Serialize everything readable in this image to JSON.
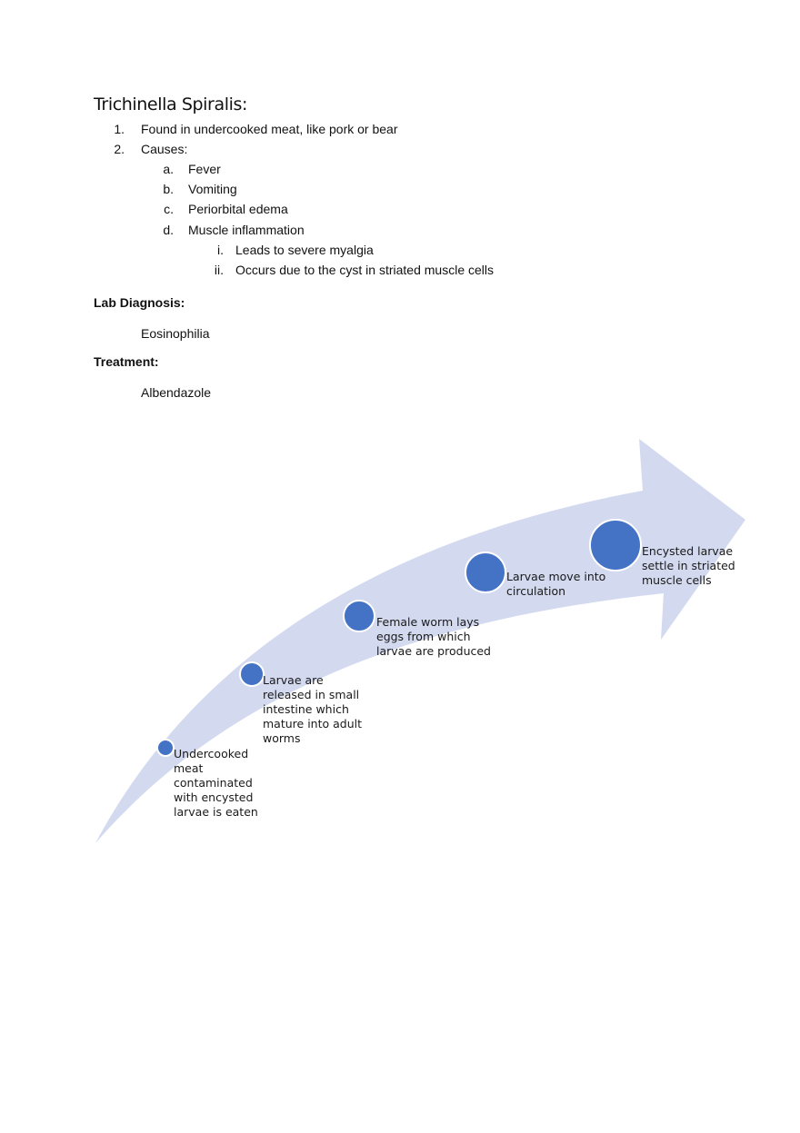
{
  "document": {
    "title": "Trichinella Spiralis:",
    "list": [
      {
        "marker": "1.",
        "text": "Found in undercooked meat, like pork or bear"
      },
      {
        "marker": "2.",
        "text": "Causes:"
      }
    ],
    "causes": [
      {
        "marker": "a.",
        "text": "Fever"
      },
      {
        "marker": "b.",
        "text": "Vomiting"
      },
      {
        "marker": "c.",
        "text": "Periorbital edema"
      },
      {
        "marker": "d.",
        "text": "Muscle inflammation"
      }
    ],
    "inflammation_details": [
      {
        "marker": "i.",
        "text": "Leads to severe myalgia"
      },
      {
        "marker": "ii.",
        "text": "Occurs due to the cyst in striated muscle cells"
      }
    ],
    "lab_diagnosis": {
      "heading": "Lab Diagnosis:",
      "value": "Eosinophilia"
    },
    "treatment": {
      "heading": "Treatment:",
      "value": "Albendazole"
    }
  },
  "diagram": {
    "arrow_color": "#d3d9ef",
    "circle_color": "#4472c4",
    "steps": [
      {
        "lines": [
          "Undercooked",
          "meat",
          "contaminated",
          "with encysted",
          "larvae is eaten"
        ]
      },
      {
        "lines": [
          "Larvae are",
          "released in small",
          "intestine which",
          "mature into adult",
          "worms"
        ]
      },
      {
        "lines": [
          "Female worm lays",
          "eggs from which",
          "larvae are produced"
        ]
      },
      {
        "lines": [
          "Larvae move into",
          "circulation"
        ]
      },
      {
        "lines": [
          "Encysted larvae",
          "settle in striated",
          "muscle cells"
        ]
      }
    ]
  }
}
